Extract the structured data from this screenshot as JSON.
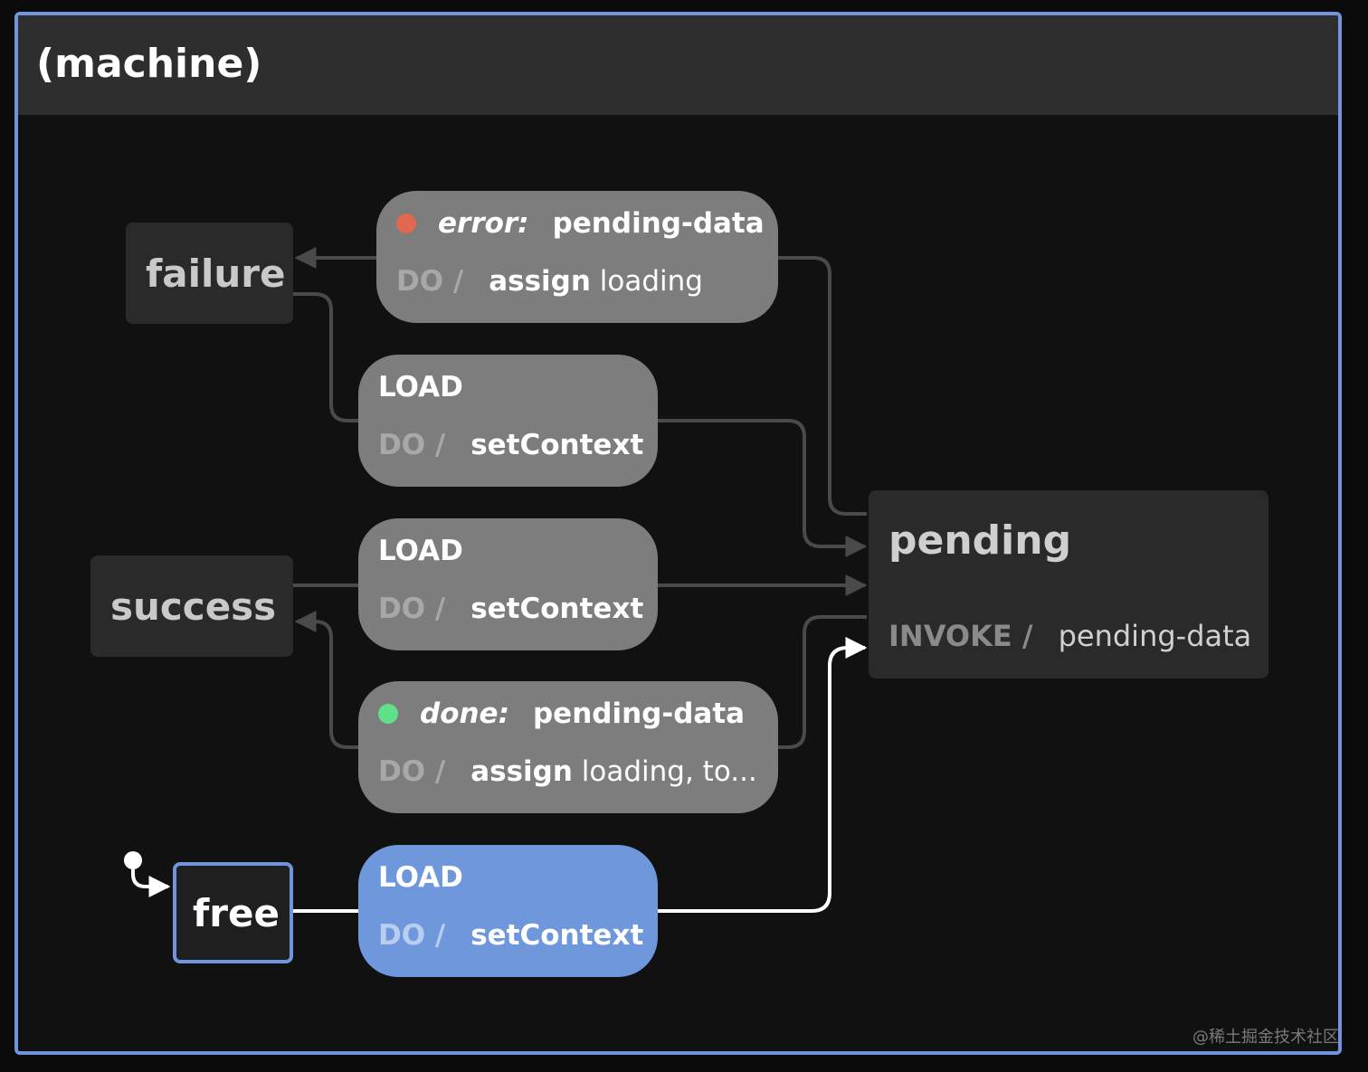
{
  "machine": {
    "title": "(machine)"
  },
  "states": {
    "failure": "failure",
    "success": "success",
    "free": "free",
    "pending": {
      "title": "pending",
      "invoke_label": "INVOKE /",
      "invoke_value": "pending-data"
    }
  },
  "transitions": [
    {
      "event_kind": "error:",
      "event": "pending-data",
      "do_label": "DO /",
      "action_verb": "assign",
      "action_rest": " loading",
      "dot_color": "#e0684e"
    },
    {
      "event_kind": "",
      "event": "LOAD",
      "do_label": "DO /",
      "action_verb": "setContext",
      "action_rest": ""
    },
    {
      "event_kind": "",
      "event": "LOAD",
      "do_label": "DO /",
      "action_verb": "setContext",
      "action_rest": ""
    },
    {
      "event_kind": "done:",
      "event": "pending-data",
      "do_label": "DO /",
      "action_verb": "assign",
      "action_rest": " loading, to...",
      "dot_color": "#5fe08a"
    },
    {
      "event_kind": "",
      "event": "LOAD",
      "do_label": "DO /",
      "action_verb": "setContext",
      "action_rest": ""
    }
  ],
  "watermark": "@稀土掘金技术社区",
  "colors": {
    "accent": "#6f95dc",
    "edge_box": "#7d7d7d",
    "edge_line": "#4a4a4a",
    "active_line": "#ffffff"
  }
}
